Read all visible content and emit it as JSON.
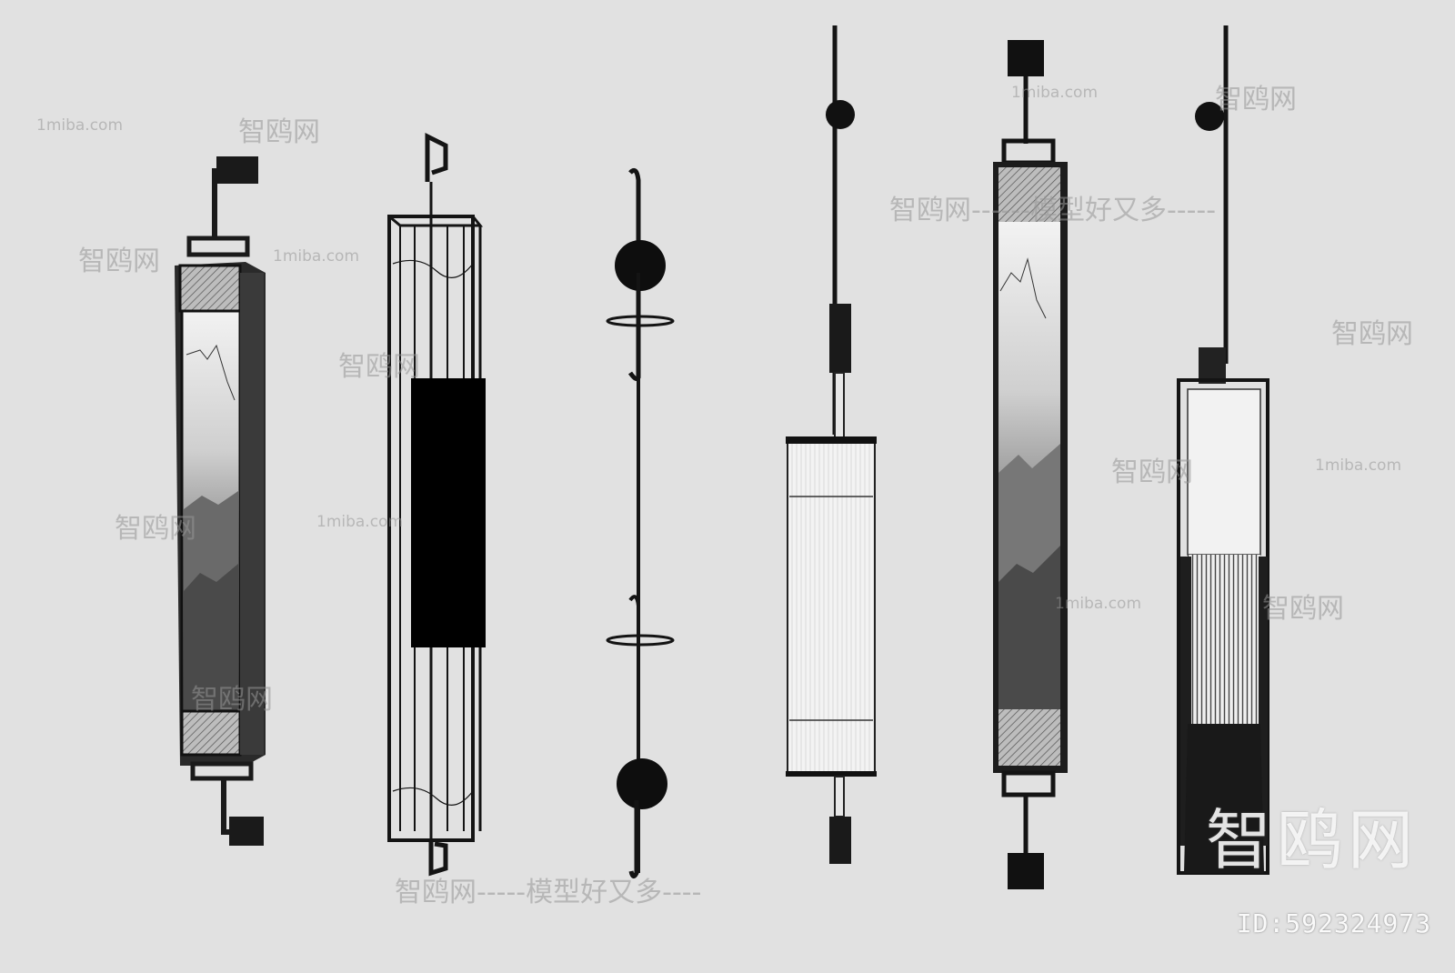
{
  "watermarks": {
    "site": "1miba.com",
    "brand": "智鸥网",
    "slogan": "智鸥网-----模型好又多----",
    "slogan_right": "智鸥网------模型好又多-----"
  },
  "logo": {
    "text": "智鸥网"
  },
  "id_label": "ID:592324973",
  "lamps": [
    {
      "name": "ink-landscape-frame-sconce"
    },
    {
      "name": "wire-cage-sconce"
    },
    {
      "name": "ring-orb-rod-sconce"
    },
    {
      "name": "pleated-white-tube-pendant"
    },
    {
      "name": "ink-landscape-bracket-pendant"
    },
    {
      "name": "white-block-fringe-sconce"
    }
  ],
  "colors": {
    "background": "#e1e1e1",
    "metal": "#141414",
    "paper": "#f4f4f4"
  }
}
